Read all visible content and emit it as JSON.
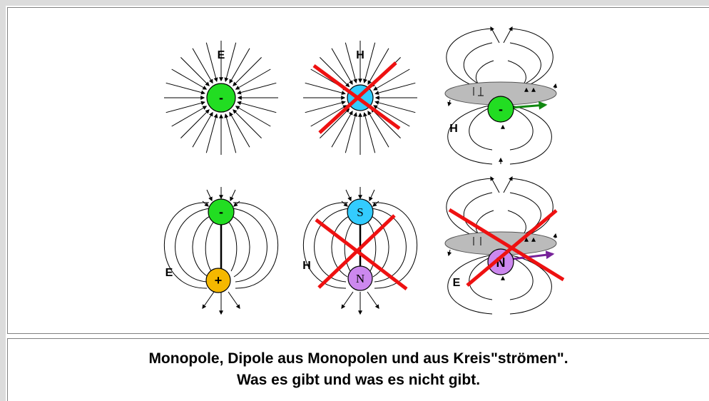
{
  "figure": {
    "labels": {
      "e_field": "E",
      "h_field": "H",
      "minus": "-",
      "plus": "+",
      "north": "N",
      "south": "S"
    },
    "colors": {
      "electron": "#22dd22",
      "positive": "#f5b800",
      "south_pole": "#33ccff",
      "north_pole": "#cc88ee",
      "cross": "#ee1111",
      "disk": "#bbbbbb",
      "spin_green": "#118811",
      "spin_purple": "#772299"
    }
  },
  "caption": {
    "line1": "Monopole, Dipole aus Monopolen und aus Kreis\"strömen\".",
    "line2": "Was es gibt und was es nicht gibt."
  }
}
